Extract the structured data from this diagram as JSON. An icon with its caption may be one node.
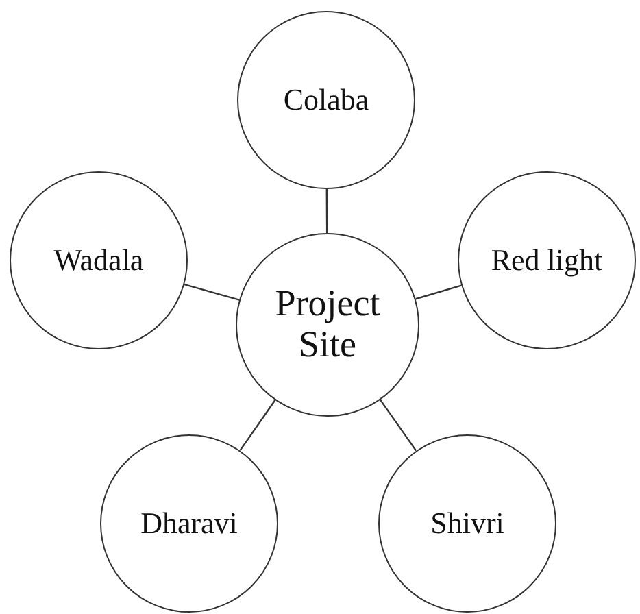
{
  "diagram": {
    "nodes": [
      {
        "text": [
          "Project Site"
        ]
      },
      {
        "text": [
          "Colaba"
        ]
      },
      {
        "text": [
          "Red light"
        ]
      },
      {
        "text": [
          "Wadala"
        ]
      },
      {
        "text": [
          "Dharavi"
        ]
      },
      {
        "text": [
          "Shivri"
        ]
      }
    ],
    "edges": [
      {
        "from": 0,
        "to": 1,
        "arrow": "none"
      },
      {
        "from": 0,
        "to": 2,
        "arrow": "none"
      },
      {
        "from": 0,
        "to": 3,
        "arrow": "none"
      },
      {
        "from": 0,
        "to": 4,
        "arrow": "none"
      },
      {
        "from": 0,
        "to": 5,
        "arrow": "none"
      }
    ]
  }
}
